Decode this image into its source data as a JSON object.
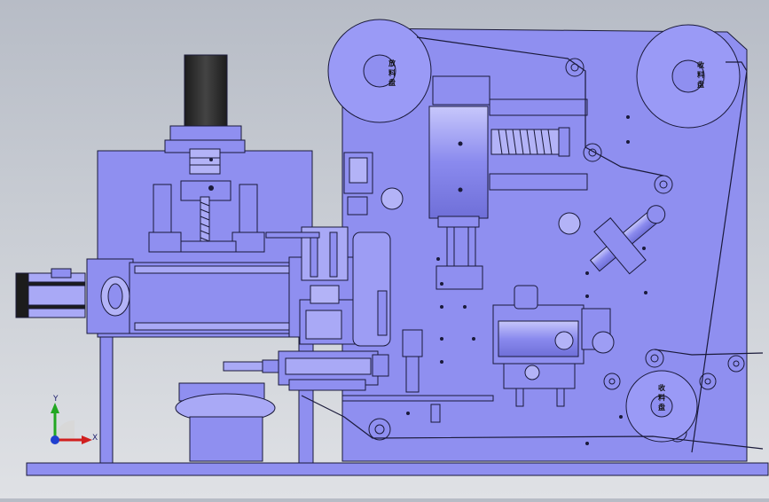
{
  "colors": {
    "body": "#8f8ff0",
    "body_dark": "#7d7de0",
    "body_light": "#a9a9f6",
    "line": "#1a1a3a",
    "motor": "#2a2a2a",
    "axis_x": "#d01f1f",
    "axis_y": "#22a722",
    "axis_z": "#1f3fcf"
  },
  "reels": {
    "left_label": "放料盘",
    "right_label": "收料盘",
    "lower_label": "收料盘"
  },
  "axes": {
    "x_label": "X",
    "y_label": "Y"
  }
}
